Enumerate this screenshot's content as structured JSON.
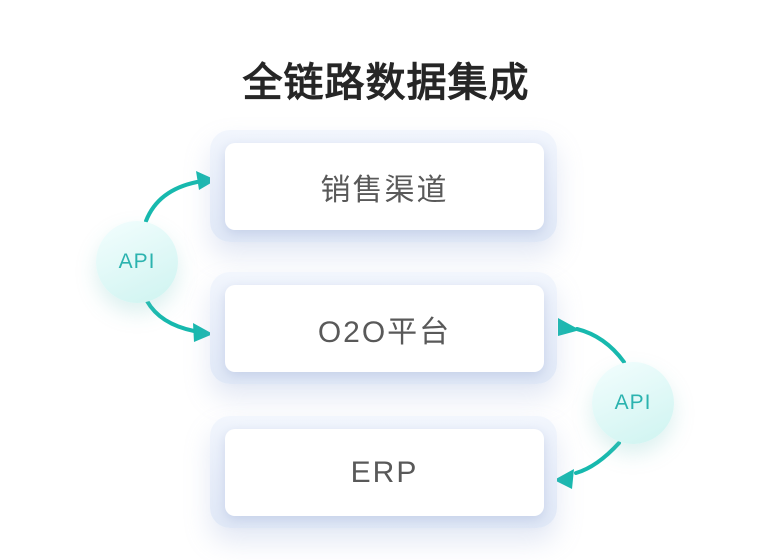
{
  "title": "全链路数据集成",
  "nodes": [
    {
      "id": "sales-channel",
      "label": "销售渠道"
    },
    {
      "id": "o2o-platform",
      "label": "O2O平台"
    },
    {
      "id": "erp",
      "label": "ERP"
    }
  ],
  "api_badges": [
    {
      "id": "api-left",
      "label": "API"
    },
    {
      "id": "api-right",
      "label": "API"
    }
  ],
  "colors": {
    "background": "#ffffff",
    "title_text": "#262626",
    "node_text": "#595959",
    "node_card": "#ffffff",
    "node_halo": "#e9eff9",
    "arrow": "#17b9ae",
    "api_text": "#2bb3af",
    "badge_top": "#effcfc",
    "badge_bottom": "#d0f4f1"
  }
}
